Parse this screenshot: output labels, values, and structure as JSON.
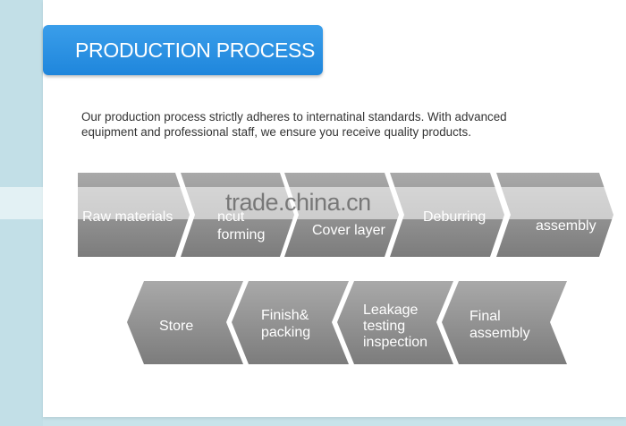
{
  "header": {
    "title": "PRODUCTION PROCESS",
    "accent_color": "#2a93e6"
  },
  "intro": {
    "line1": "Our production process strictly adheres to internatinal standards. With advanced",
    "line2": "equipment and professional staff, we ensure you receive quality products."
  },
  "process": {
    "row1": [
      {
        "lines": [
          "Raw materials"
        ]
      },
      {
        "lines": [
          "ncut",
          "forming"
        ]
      },
      {
        "lines": [
          "Cover layer"
        ]
      },
      {
        "lines": [
          "Deburring"
        ]
      },
      {
        "lines": [
          "assembly"
        ]
      }
    ],
    "row2": [
      {
        "lines": [
          "Store"
        ]
      },
      {
        "lines": [
          "Finish&",
          "packing"
        ]
      },
      {
        "lines": [
          "Leakage",
          "testing",
          "inspection"
        ]
      },
      {
        "lines": [
          "Final",
          "assembly"
        ]
      }
    ]
  },
  "watermark": "trade.china.cn",
  "step_color": "#8a8a8a"
}
